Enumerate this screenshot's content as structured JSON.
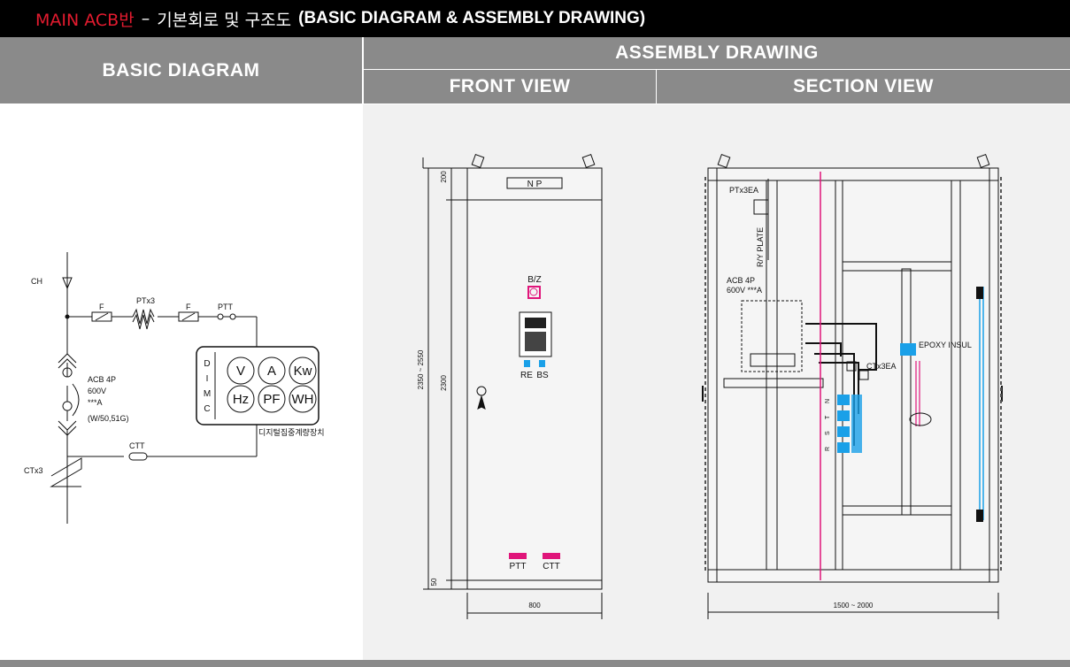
{
  "header": {
    "title_red": "MAIN  ACB반",
    "title_dash": "–",
    "title_korean": "기본회로 및 구조도",
    "title_english": "(BASIC DIAGRAM & ASSEMBLY DRAWING)"
  },
  "columns": {
    "basic": "BASIC DIAGRAM",
    "assembly": "ASSEMBLY DRAWING",
    "front": "FRONT VIEW",
    "section": "SECTION VIEW"
  },
  "basic_diagram": {
    "ch": "CH",
    "ptx3": "PTx3",
    "fuse1": "F",
    "fuse2": "F",
    "ptt": "PTT",
    "acb_line1": "ACB 4P",
    "acb_line2": "600V",
    "acb_line3": "***A",
    "acb_line4": "(W/50,51G)",
    "ctt": "CTT",
    "ctx3": "CTx3",
    "dimc": [
      "D",
      "I",
      "M",
      "C"
    ],
    "meters": [
      "V",
      "A",
      "Kw",
      "Hz",
      "PF",
      "WH"
    ],
    "meter_caption": "디지털집중계량장치"
  },
  "front_view": {
    "np": "N  P",
    "bz": "B/Z",
    "re": "RE",
    "bs": "BS",
    "ptt": "PTT",
    "ctt": "CTT",
    "dim_total": "2350 ~ 2550",
    "dim_body": "2300",
    "dim_top": "200",
    "dim_bottom": "50",
    "dim_width": "800"
  },
  "section_view": {
    "ptx3ea": "PTx3EA",
    "ry_plate": "R/Y PLATE",
    "acb_line1": "ACB 4P",
    "acb_line2": "600V ***A",
    "epoxy": "EPOXY INSUL",
    "ctx3ea": "CTx3EA",
    "busbar": [
      "N",
      "T",
      "S",
      "R"
    ],
    "dim_width": "1500 ~ 2000"
  }
}
